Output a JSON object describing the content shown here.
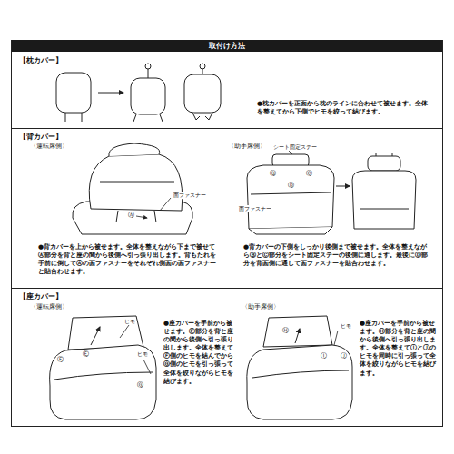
{
  "diagram": {
    "title": "取付け方法",
    "labels": [
      "【枕カバー】",
      "●枕カバーを正面から枕のラインに合わせて被せます。全体を整えてから下側でヒモを絞って結びます。",
      "【背カバー】",
      "〈運転席側〉",
      "面ファスナー",
      "Ⓐ",
      "●背カバーを上から被せます。全体を整えながら下まで被せてⒶ部分を背と座の間から後側へ引っ張り出します。背もたれを手前に倒してⒶの面ファスナーをそれぞれ側面の面ファスナーと貼合わせます。",
      "〈助手席側〉",
      "シート固定ステー",
      "面ファスナー",
      "Ⓑ",
      "Ⓒ",
      "Ⓓ",
      "●背カバーの下側をしっかり後側まで被せます。全体を整えながらⒷとⒸ部分をシート固定ステーの後側に通します。最後にⒹ部分を背面側に通して面ファスナーを貼合わせます。",
      "【座カバー】",
      "〈運転席側〉",
      "Ⓔ",
      "ヒモ",
      "Ⓕ",
      "ヒモ",
      "Ⓖ",
      "●座カバーを手前から被せます。Ⓔ部分を背と座の間から後側へ引っ張り出します。全体を整えてⒻ側のヒモを結んでからⒼ側のヒモを引っ張って全体を絞りながらヒモを結びます。",
      "〈助手席側〉",
      "Ⓗ",
      "ヒモ",
      "Ⓘ",
      "Ⓙ",
      "●座カバーを手前から被せます。Ⓗ部分を背と座の間から後側へ引っ張り出します。全体を整えてⒾとⒿのヒモを同時に引っ張って全体を絞りながらヒモを結びます。"
    ]
  }
}
